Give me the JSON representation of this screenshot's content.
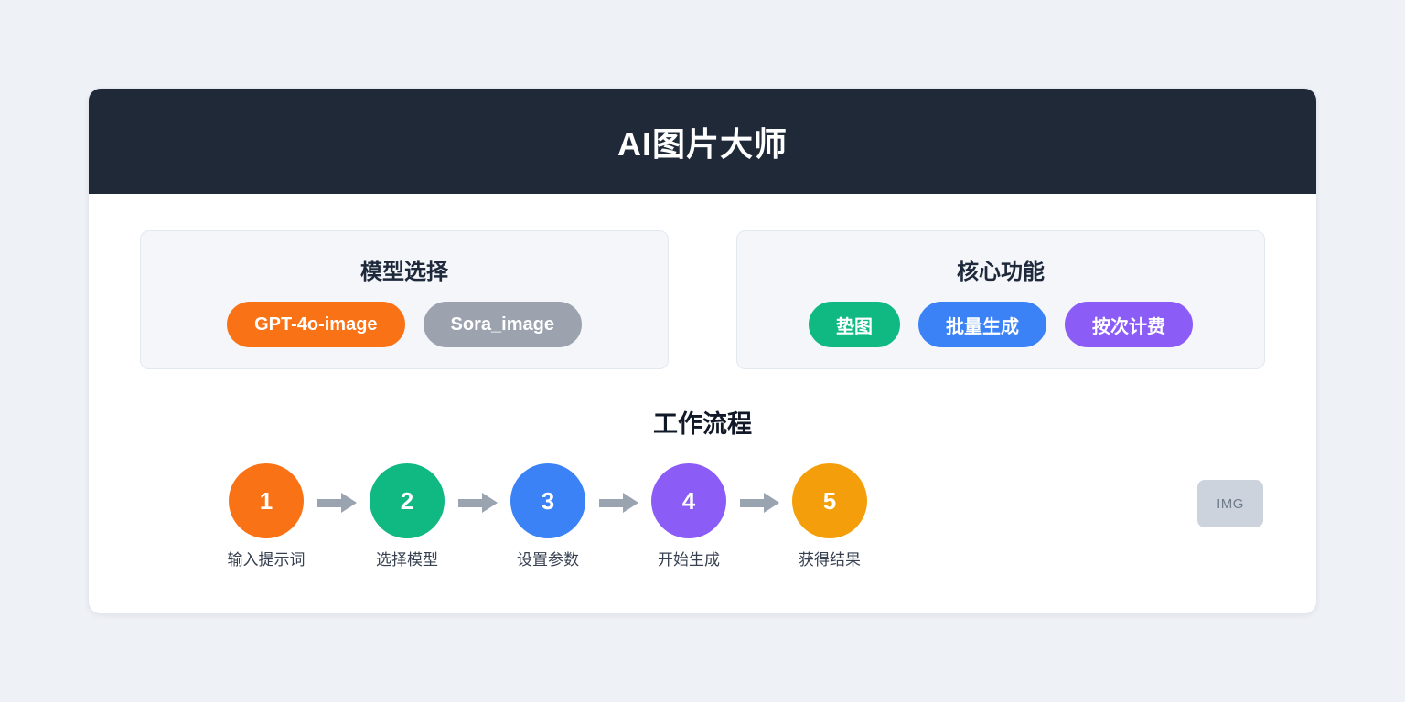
{
  "page": {
    "title": "AI图片大师",
    "header_bg": "#1f2937",
    "page_bg": "#eef1f6"
  },
  "panels": {
    "model_selection": {
      "title": "模型选择",
      "pills": [
        {
          "label": "GPT-4o-image",
          "color": "#f97316"
        },
        {
          "label": "Sora_image",
          "color": "#9ca3af"
        }
      ]
    },
    "core_features": {
      "title": "核心功能",
      "pills": [
        {
          "label": "垫图",
          "color": "#10b981"
        },
        {
          "label": "批量生成",
          "color": "#3b82f6"
        },
        {
          "label": "按次计费",
          "color": "#8b5cf6"
        }
      ]
    }
  },
  "workflow": {
    "title": "工作流程",
    "arrow_color": "#9aa3b0",
    "steps": [
      {
        "number": "1",
        "label": "输入提示词",
        "color": "#f97316"
      },
      {
        "number": "2",
        "label": "选择模型",
        "color": "#10b981"
      },
      {
        "number": "3",
        "label": "设置参数",
        "color": "#3b82f6"
      },
      {
        "number": "4",
        "label": "开始生成",
        "color": "#8b5cf6"
      },
      {
        "number": "5",
        "label": "获得结果",
        "color": "#f59e0b"
      }
    ]
  },
  "badge": {
    "label": "IMG"
  }
}
